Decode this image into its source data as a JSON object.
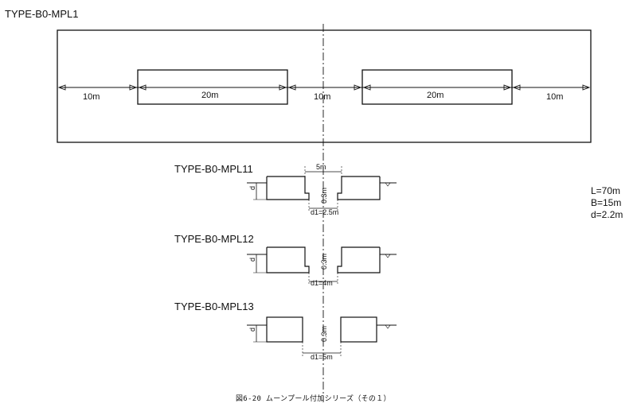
{
  "title": "TYPE-B0-MPL1",
  "plan": {
    "segments": [
      "10m",
      "20m",
      "10m",
      "20m",
      "10m"
    ]
  },
  "sections": [
    {
      "name": "TYPE-B0-MPL11",
      "d": "d",
      "width_label": "5m",
      "h_label": "0.3m",
      "d1_label": "d1=2.5m"
    },
    {
      "name": "TYPE-B0-MPL12",
      "d": "d",
      "h_label": "0.3m",
      "d1_label": "d1=4m"
    },
    {
      "name": "TYPE-B0-MPL13",
      "d": "d",
      "h_label": "0.3m",
      "d1_label": "d1=5m"
    }
  ],
  "params": [
    "L=70m",
    "B=15m",
    "d=2.2m"
  ],
  "caption": "図6-20 ムーンプール付加シリーズ（その１）"
}
